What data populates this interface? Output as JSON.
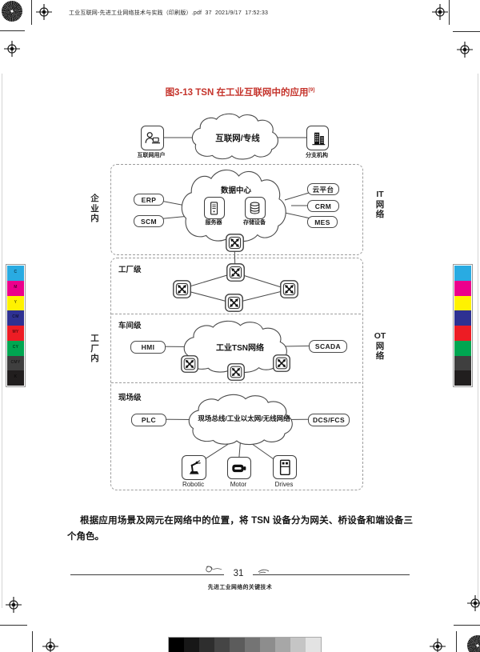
{
  "header": {
    "doc_info": "工业互联网-先进工业网络技术与实践（印刷版）.pdf  37  2021/9/17  17:52:33"
  },
  "figure": {
    "title": "图3-13 TSN 在工业互联网中的应用",
    "title_ref": "[9]",
    "internet_user_label": "互联网用户",
    "internet_cloud_label": "互联网/专线",
    "branch_label": "分支机构",
    "enterprise_side_label": "企业内",
    "it_network_side_label": "IT网络",
    "factory_side_label": "工厂内",
    "ot_network_side_label": "OT网络",
    "datacenter": {
      "cloud_label": "数据中心",
      "server_label": "服务器",
      "storage_label": "存储设备",
      "erp": "ERP",
      "scm": "SCM",
      "cloud_platform": "云平台",
      "crm": "CRM",
      "mes": "MES"
    },
    "factory_level_label": "工厂级",
    "workshop_level_label": "车间级",
    "hmi": "HMI",
    "tsn_cloud_label": "工业TSN网络",
    "scada": "SCADA",
    "field_level_label": "现场级",
    "plc": "PLC",
    "field_cloud_label": "现场总线/工业以太网/无线网络",
    "dcs_fcs": "DCS/FCS",
    "device_labels": [
      "Robotic",
      "Motor",
      "Drives"
    ]
  },
  "body": {
    "paragraph": "根据应用场景及网元在网络中的位置，将 TSN 设备分为网关、桥设备和端设备三个角色。"
  },
  "footer": {
    "page_number": "31",
    "section_title": "先进工业网络的关键技术"
  },
  "print_marks": {
    "color_bar": [
      {
        "label": "C",
        "hex": "#29abe2"
      },
      {
        "label": "M",
        "hex": "#ec008c"
      },
      {
        "label": "Y",
        "hex": "#fff200"
      },
      {
        "label": "CM",
        "hex": "#2e3192"
      },
      {
        "label": "MY",
        "hex": "#ed1c24"
      },
      {
        "label": "CY",
        "hex": "#00a651"
      },
      {
        "label": "CMY",
        "hex": "#3f3f3f"
      },
      {
        "label": "K",
        "hex": "#211e1e"
      }
    ],
    "grayscale_bar": [
      "#000000",
      "#171717",
      "#2e2e2e",
      "#454545",
      "#5c5c5c",
      "#747474",
      "#8d8d8d",
      "#a7a7a7",
      "#c5c5c5",
      "#e3e3e3"
    ]
  },
  "accent": {
    "title_red": "#c5342c"
  }
}
